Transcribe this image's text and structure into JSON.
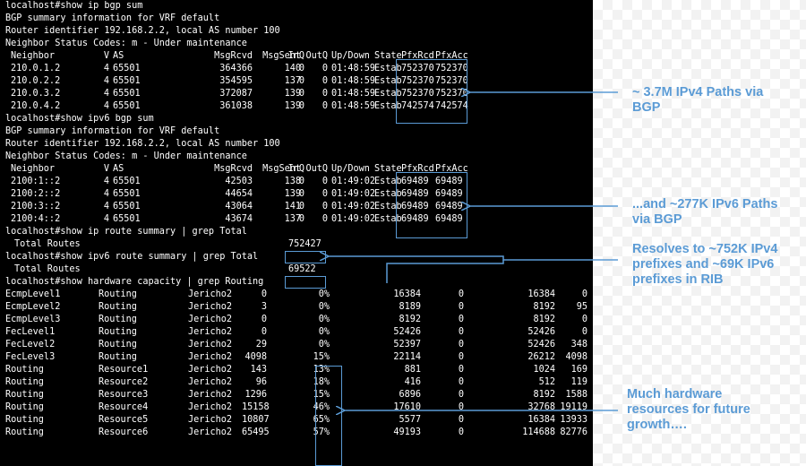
{
  "terminal": {
    "bgp4_block": {
      "cmd": "localhost#show ip bgp sum",
      "vrf": "BGP summary information for VRF default",
      "router": "Router identifier 192.168.2.2, local AS number 100",
      "codes": "Neighbor Status Codes: m - Under maintenance",
      "headers": [
        "Neighbor",
        "V",
        "AS",
        "MsgRcvd",
        "MsgSent",
        "InQ",
        "OutQ",
        "Up/Down",
        "State",
        "PfxRcd",
        "PfxAcc"
      ],
      "rows": [
        [
          "210.0.1.2",
          "4",
          "65501",
          "364366",
          "140",
          "0",
          "0",
          "01:48:59",
          "Estab",
          "752370",
          "752370"
        ],
        [
          "210.0.2.2",
          "4",
          "65501",
          "354595",
          "137",
          "0",
          "0",
          "01:48:59",
          "Estab",
          "752370",
          "752370"
        ],
        [
          "210.0.3.2",
          "4",
          "65501",
          "372087",
          "139",
          "0",
          "0",
          "01:48:59",
          "Estab",
          "752370",
          "752370"
        ],
        [
          "210.0.4.2",
          "4",
          "65501",
          "361038",
          "139",
          "0",
          "0",
          "01:48:59",
          "Estab",
          "742574",
          "742574"
        ]
      ]
    },
    "bgp6_block": {
      "cmd": "localhost#show ipv6 bgp sum",
      "vrf": "BGP summary information for VRF default",
      "router": "Router identifier 192.168.2.2, local AS number 100",
      "codes": "Neighbor Status Codes: m - Under maintenance",
      "headers": [
        "Neighbor",
        "V",
        "AS",
        "MsgRcvd",
        "MsgSent",
        "InQ",
        "OutQ",
        "Up/Down",
        "State",
        "PfxRcd",
        "PfxAcc"
      ],
      "rows": [
        [
          "2100:1::2",
          "4",
          "65501",
          "42503",
          "138",
          "0",
          "0",
          "01:49:02",
          "Estab",
          "69489",
          "69489"
        ],
        [
          "2100:2::2",
          "4",
          "65501",
          "44654",
          "139",
          "0",
          "0",
          "01:49:02",
          "Estab",
          "69489",
          "69489"
        ],
        [
          "2100:3::2",
          "4",
          "65501",
          "43064",
          "141",
          "0",
          "0",
          "01:49:02",
          "Estab",
          "69489",
          "69489"
        ],
        [
          "2100:4::2",
          "4",
          "65501",
          "43674",
          "137",
          "0",
          "0",
          "01:49:02",
          "Estab",
          "69489",
          "69489"
        ]
      ]
    },
    "route4": {
      "cmd": "localhost#show ip route summary | grep Total",
      "label": "Total Routes",
      "value": "752427"
    },
    "route6": {
      "cmd": "localhost#show ipv6 route summary | grep Total",
      "label": "Total Routes",
      "value": "69522"
    },
    "hw": {
      "cmd": "localhost#show hardware capacity | grep Routing",
      "rows": [
        [
          "EcmpLevel1",
          "Routing",
          "Jericho2",
          "0",
          "0%",
          "16384",
          "0",
          "16384",
          "0"
        ],
        [
          "EcmpLevel2",
          "Routing",
          "Jericho2",
          "3",
          "0%",
          "8189",
          "0",
          "8192",
          "95"
        ],
        [
          "EcmpLevel3",
          "Routing",
          "Jericho2",
          "0",
          "0%",
          "8192",
          "0",
          "8192",
          "0"
        ],
        [
          "FecLevel1",
          "Routing",
          "Jericho2",
          "0",
          "0%",
          "52426",
          "0",
          "52426",
          "0"
        ],
        [
          "FecLevel2",
          "Routing",
          "Jericho2",
          "29",
          "0%",
          "52397",
          "0",
          "52426",
          "348"
        ],
        [
          "FecLevel3",
          "Routing",
          "Jericho2",
          "4098",
          "15%",
          "22114",
          "0",
          "26212",
          "4098"
        ],
        [
          "Routing",
          "Resource1",
          "Jericho2",
          "143",
          "13%",
          "881",
          "0",
          "1024",
          "169"
        ],
        [
          "Routing",
          "Resource2",
          "Jericho2",
          "96",
          "18%",
          "416",
          "0",
          "512",
          "119"
        ],
        [
          "Routing",
          "Resource3",
          "Jericho2",
          "1296",
          "15%",
          "6896",
          "0",
          "8192",
          "1588"
        ],
        [
          "Routing",
          "Resource4",
          "Jericho2",
          "15158",
          "46%",
          "17610",
          "0",
          "32768",
          "19119"
        ],
        [
          "Routing",
          "Resource5",
          "Jericho2",
          "10807",
          "65%",
          "5577",
          "0",
          "16384",
          "13933"
        ],
        [
          "Routing",
          "Resource6",
          "Jericho2",
          "65495",
          "57%",
          "49193",
          "0",
          "114688",
          "82776"
        ]
      ]
    }
  },
  "annotations": {
    "ipv4_paths": "~ 3.7M IPv4 Paths via BGP",
    "ipv6_paths": "...and ~277K IPv6 Paths via BGP",
    "rib": "Resolves to ~752K IPv4 prefixes and ~69K IPv6 prefixes in RIB",
    "hardware": "Much hardware resources for future growth…."
  },
  "colors": {
    "terminal_bg": "#000000",
    "terminal_text": "#ffffff",
    "annotation": "#5b9bd5"
  }
}
